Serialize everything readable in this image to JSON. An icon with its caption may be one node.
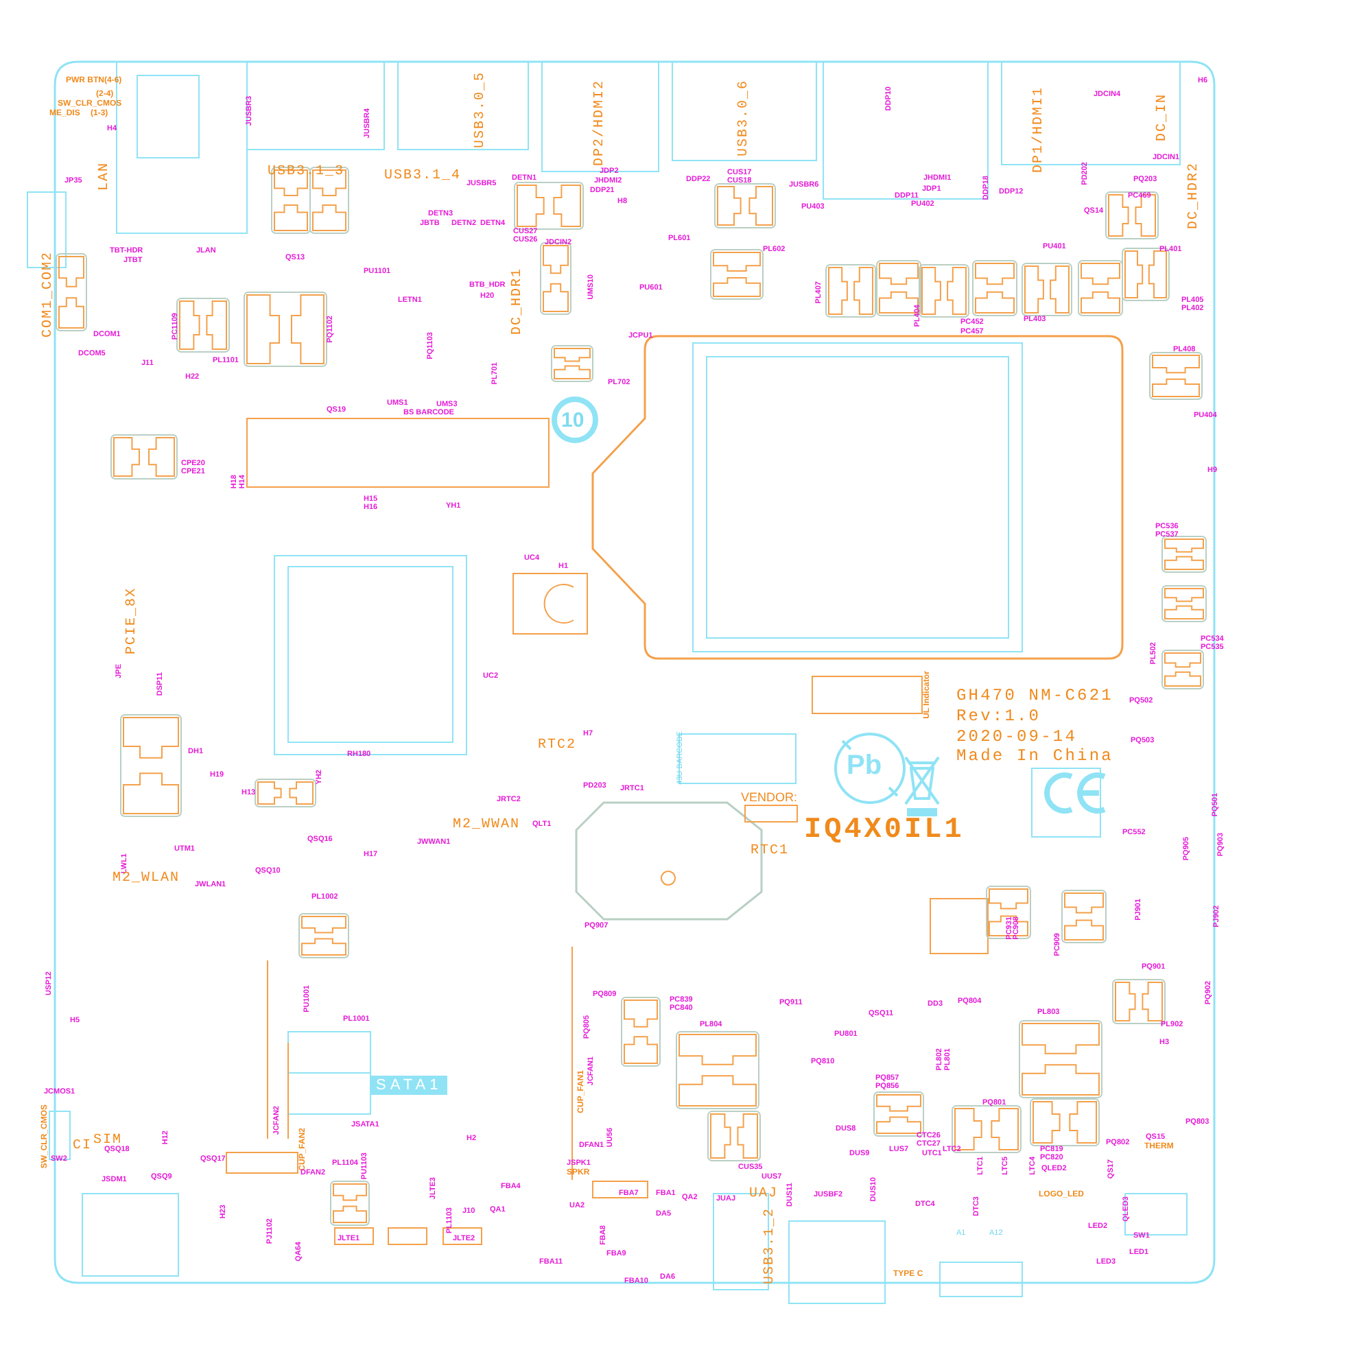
{
  "diagram": {
    "labels": [
      "PWR BTN(4-6)",
      "(2-4)",
      "SW_CLR_CMOS",
      "ME_DIS",
      "(1-3)",
      "H4",
      "LAN",
      "JP35",
      "JUSBR3",
      "JUSBR4",
      "USB3.0_5",
      "DP2/HDMI2",
      "USB3.1_3",
      "USB3.1_4",
      "JUSBR5",
      "DETN1",
      "JDP2",
      "JHDMI2",
      "DDP21",
      "H8",
      "DETN3",
      "JBTB",
      "DETN2",
      "DETN4",
      "CUS27",
      "CUS26",
      "JDCIN2",
      "TBT-HDR",
      "JTBT",
      "JLAN",
      "QS13",
      "COM1_COM2",
      "PU1101",
      "LETN1",
      "BTB_HDR",
      "H20",
      "DC_HDR1",
      "UMS10",
      "PU601",
      "DCOM1",
      "DCOM5",
      "J11",
      "PC1109",
      "PL1101",
      "H22",
      "PQ1102",
      "PQ1103",
      "QS19",
      "UMS1",
      "UMS3",
      "BS BARCODE",
      "PL701",
      "JCPU1",
      "PL702",
      "10",
      "CPE20",
      "CPE21",
      "H18",
      "H14",
      "H15",
      "H16",
      "YH1",
      "USB3.0_6",
      "DDP10",
      "DP1/HDMI1",
      "JDCIN4",
      "H6",
      "DC_IN",
      "JDCIN1",
      "DDP22",
      "CUS17",
      "CUS18",
      "JUSBR6",
      "JHDMI1",
      "JDP1",
      "DDP11",
      "PU402",
      "DDP18",
      "DDP12",
      "PD202",
      "PQ203",
      "PC469",
      "DC_HDR2",
      "QS14",
      "PU403",
      "PL601",
      "PL602",
      "PU401",
      "PL401",
      "PL407",
      "PL404",
      "PC452",
      "PC457",
      "PL403",
      "PL405",
      "PL402",
      "PL408",
      "PU404",
      "H9",
      "PCIE_8X",
      "JPE",
      "DSP11",
      "UC4",
      "H1",
      "UC2",
      "PC536",
      "PC537",
      "PC534",
      "PC535",
      "PL502",
      "DH1",
      "H19",
      "H13",
      "YH2",
      "RH180",
      "RTC2",
      "H7",
      "UL Indicator",
      "GH470 NM-C621",
      "Rev:1.0",
      "2020-09-14",
      "Made In China",
      "PQ502",
      "PQ503",
      "43U BARCODE",
      "Pb",
      "VENDOR:",
      "IQ4X0IL1",
      "RTC1",
      "PC552",
      "PQ501",
      "PQ905",
      "PQ903",
      "PD203",
      "JRTC1",
      "JRTC2",
      "M2_WWAN",
      "QLT1",
      "QSQ16",
      "UTM1",
      "LWL1",
      "M2_WLAN",
      "JWLAN1",
      "JWWAN1",
      "H17",
      "QSQ10",
      "PL1002",
      "PQ907",
      "PC931",
      "PC908",
      "PC909",
      "PJ901",
      "PJ902",
      "PQ901",
      "PQ902",
      "PL902",
      "H3",
      "USP12",
      "H5",
      "PQ809",
      "PC839",
      "PC840",
      "PQ911",
      "QSQ11",
      "DD3",
      "PQ804",
      "PL804",
      "PL803",
      "PU1001",
      "PL1001",
      "PU801",
      "PQ810",
      "PL802",
      "PL801",
      "PQ805",
      "SATA1",
      "CUP_FAN1",
      "JCFAN1",
      "JCMOS1",
      "SW_CLR_CMOS",
      "JSATA1",
      "JCFAN2",
      "H12",
      "H2",
      "CI",
      "SIM",
      "QSQ18",
      "SW2",
      "QSQ17",
      "CUP_FAN2",
      "DFAN2",
      "PL1104",
      "PU1103",
      "DFAN1",
      "JSPK1",
      "SPKR",
      "UU56",
      "CUS35",
      "PQ857",
      "PQ856",
      "DUS8",
      "LUS7",
      "CTC26",
      "CTC27",
      "UTC1",
      "LTC2",
      "PQ801",
      "LTC1",
      "LTC5",
      "LTC4",
      "PC819",
      "PC820",
      "QLED2",
      "PQ802",
      "QS15",
      "THERM",
      "PQ803",
      "DUS9",
      "QS17",
      "JSDM1",
      "QSQ9",
      "H23",
      "JLTE3",
      "PL1103",
      "J10",
      "QA1",
      "FBA4",
      "UA2",
      "FBA7",
      "FBA1",
      "QA2",
      "JUAJ",
      "UAJ",
      "USB3.1_2",
      "UUS7",
      "DUS11",
      "JUSBF2",
      "DUS10",
      "DTC4",
      "DTC3",
      "LOGO_LED",
      "QLED3",
      "DA5",
      "FBA8",
      "FBA9",
      "FBA11",
      "FBA10",
      "DA6",
      "PJ1102",
      "QA64",
      "JLTE1",
      "JLTE2",
      "SW1",
      "LED2",
      "LED1",
      "LED3",
      "A1",
      "A12",
      "TYPE C"
    ]
  }
}
